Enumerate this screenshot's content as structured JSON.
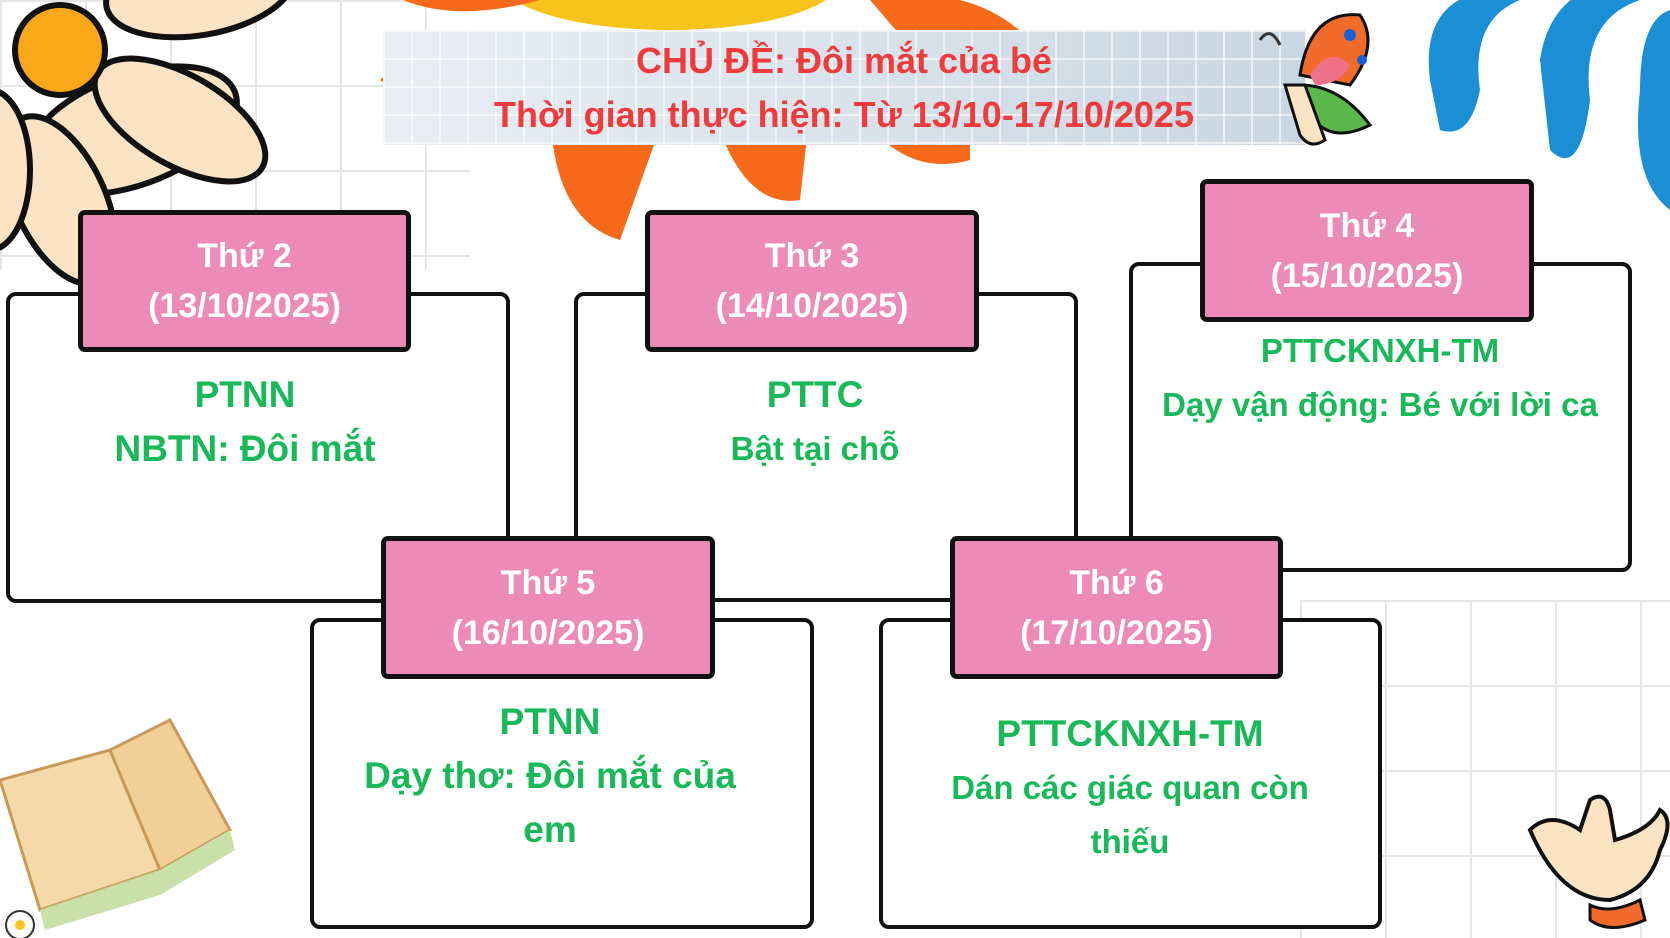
{
  "header": {
    "topic": "CHỦ ĐỀ: Đôi mắt của bé",
    "period": "Thời gian thực hiện: Từ 13/10-17/10/2025"
  },
  "days": [
    {
      "day": "Thứ 2",
      "date": "(13/10/2025)",
      "subject": "PTNN",
      "activity": "NBTN: Đôi mắt"
    },
    {
      "day": "Thứ 3",
      "date": "(14/10/2025)",
      "subject": "PTTC",
      "activity": "Bật tại chỗ"
    },
    {
      "day": "Thứ 4",
      "date": "(15/10/2025)",
      "subject": "PTTCKNXH-TM",
      "activity": "Dạy vận động: Bé với lời ca"
    },
    {
      "day": "Thứ 5",
      "date": "(16/10/2025)",
      "subject": "PTNN",
      "activity": "Dạy thơ: Đôi mắt của em"
    },
    {
      "day": "Thứ 6",
      "date": "(17/10/2025)",
      "subject": "PTTCKNXH-TM",
      "activity": "Dán các giác quan còn thiếu"
    }
  ],
  "colors": {
    "title": "#ef3b3b",
    "label_bg": "#ec8cb6",
    "content": "#19b95a"
  }
}
